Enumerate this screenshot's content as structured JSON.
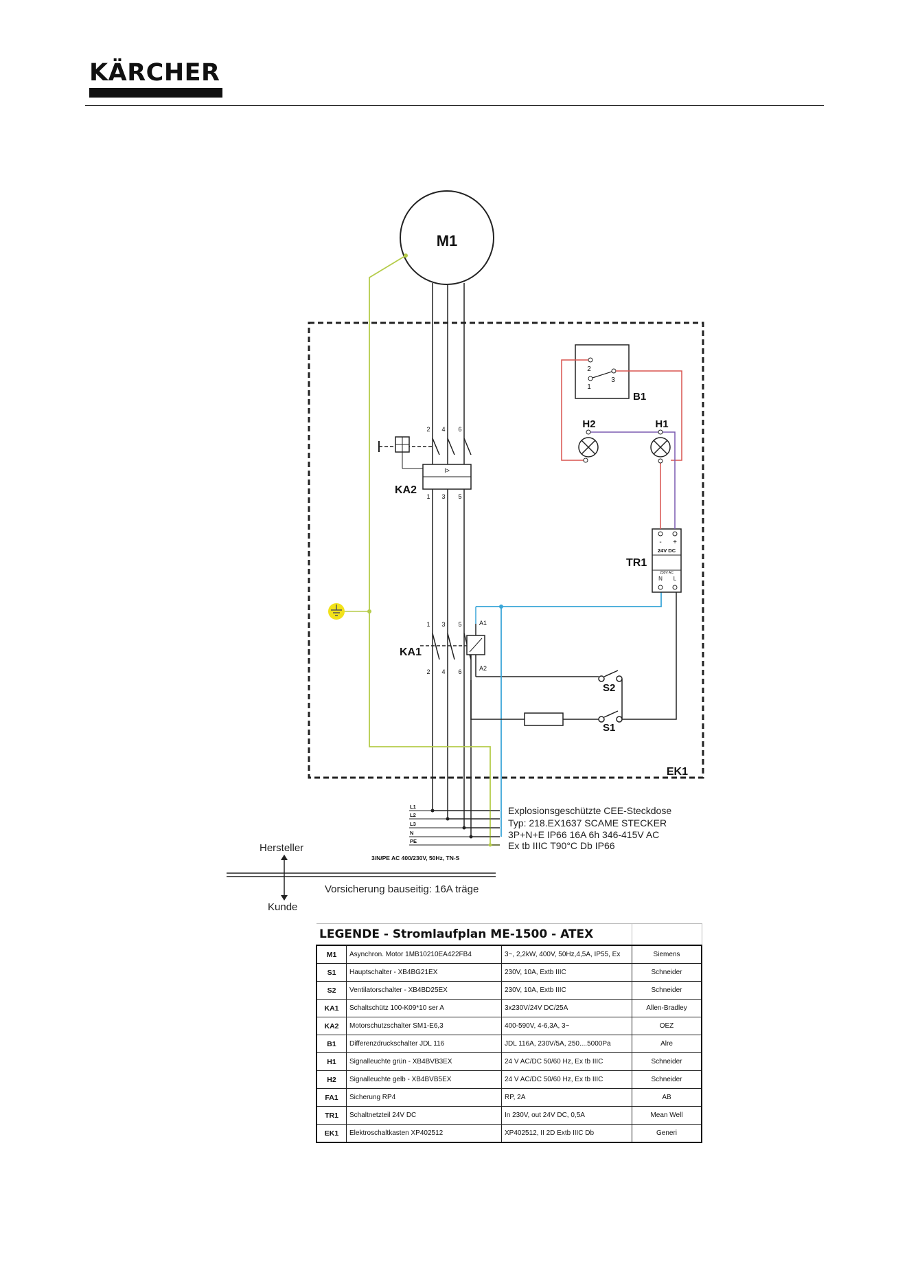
{
  "brand": {
    "logo_text": "KÄRCHER"
  },
  "diagram": {
    "motor_label": "M1",
    "enclosure_label": "EK1",
    "components": {
      "b1": "B1",
      "h1": "H1",
      "h2": "H2",
      "ka1": "KA1",
      "ka2": "KA2",
      "tr1": "TR1",
      "s1": "S1",
      "s2": "S2"
    },
    "terminal_numbers": {
      "ka2_top": [
        "2",
        "4",
        "6"
      ],
      "ka2_bottom": [
        "1",
        "3",
        "5"
      ],
      "ka1_top": [
        "1",
        "3",
        "5"
      ],
      "ka1_bottom": [
        "2",
        "4",
        "6"
      ],
      "b1_contacts": [
        "2",
        "1",
        "3"
      ],
      "ka1_coil": [
        "A1",
        "A2"
      ]
    },
    "tr1_terminals": {
      "minus": "-",
      "plus": "+",
      "dc": "24V DC",
      "ac": "230V AC",
      "n": "N",
      "l": "L"
    },
    "ka2_symbol": "I>",
    "supply_lines": [
      "L1",
      "L2",
      "L3",
      "N",
      "PE"
    ],
    "supply_spec": "3/N/PE AC 400/230V, 50Hz, TN-S",
    "socket_info": [
      "Explosionsgeschützte CEE-Steckdose",
      "Typ: 218.EX1637 SCAME STECKER",
      "3P+N+E IP66 16A 6h 346-415V AC",
      "Ex tb IIIC T90°C Db IP66"
    ],
    "hersteller_label": "Hersteller",
    "kunde_label": "Kunde",
    "fuse_note": "Vorsicherung bauseitig: 16A träge"
  },
  "legend": {
    "title": "LEGENDE - Stromlaufplan ME-1500 - ATEX",
    "rows": [
      {
        "code": "M1",
        "description": "Asynchron. Motor 1MB10210EA422FB4",
        "specs": "3~, 2,2kW, 400V, 50Hz,4,5A, IP55, Ex",
        "manufacturer": "Siemens"
      },
      {
        "code": "S1",
        "description": "Hauptschalter - XB4BG21EX",
        "specs": "230V, 10A, Extb IIIC",
        "manufacturer": "Schneider"
      },
      {
        "code": "S2",
        "description": "Ventilatorschalter - XB4BD25EX",
        "specs": "230V, 10A, Extb IIIC",
        "manufacturer": "Schneider"
      },
      {
        "code": "KA1",
        "description": "Schaltschütz 100-K09*10 ser A",
        "specs": "3x230V/24V DC/25A",
        "manufacturer": "Allen-Bradley"
      },
      {
        "code": "KA2",
        "description": "Motorschutzschalter SM1-E6,3",
        "specs": "400-590V, 4-6,3A, 3~",
        "manufacturer": "OEZ"
      },
      {
        "code": "B1",
        "description": "Differenzdruckschalter JDL 116",
        "specs": "JDL 116A, 230V/5A, 250....5000Pa",
        "manufacturer": "Alre"
      },
      {
        "code": "H1",
        "description": "Signalleuchte grün - XB4BVB3EX",
        "specs": "24 V AC/DC 50/60 Hz, Ex tb IIIC",
        "manufacturer": "Schneider"
      },
      {
        "code": "H2",
        "description": "Signalleuchte gelb - XB4BVB5EX",
        "specs": "24 V AC/DC 50/60 Hz, Ex tb IIIC",
        "manufacturer": "Schneider"
      },
      {
        "code": "FA1",
        "description": "Sicherung RP4",
        "specs": "RP, 2A",
        "manufacturer": "AB"
      },
      {
        "code": "TR1",
        "description": "Schaltnetzteil 24V DC",
        "specs": "In 230V, out 24V DC, 0,5A",
        "manufacturer": "Mean Well"
      },
      {
        "code": "EK1",
        "description": "Elektroschaltkasten XP402512",
        "specs": "XP402512, II 2D Extb IIIC Db",
        "manufacturer": "Generi"
      }
    ]
  },
  "colors": {
    "earth_wire": "#b5cc4a",
    "control_blue": "#3aa6d8",
    "red_wire": "#d9534f",
    "purple_wire": "#7a5ab0",
    "earth_symbol": "#f2e21a"
  }
}
